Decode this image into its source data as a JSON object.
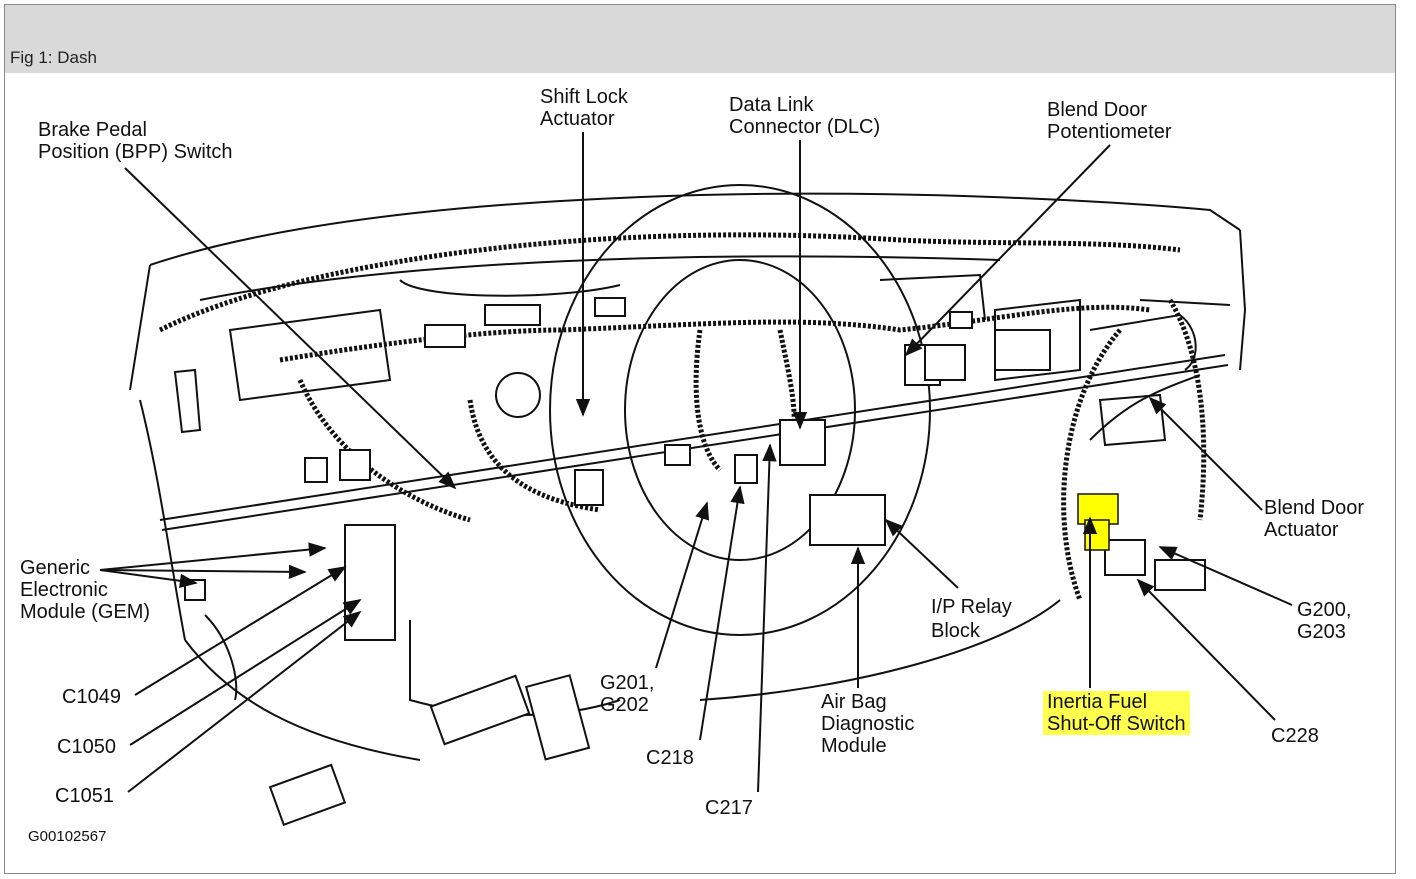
{
  "figure": {
    "title": "Fig 1: Dash",
    "id": "G00102567",
    "highlight_color": "#ffff00"
  },
  "labels": {
    "bpp_switch": {
      "line1": "Brake Pedal",
      "line2": "Position (BPP) Switch"
    },
    "shift_lock": {
      "line1": "Shift Lock",
      "line2": "Actuator"
    },
    "dlc": {
      "line1": "Data Link",
      "line2": "Connector (DLC)"
    },
    "blend_door_pot": {
      "line1": "Blend Door",
      "line2": "Potentiometer"
    },
    "blend_door_act": {
      "line1": "Blend Door",
      "line2": "Actuator"
    },
    "gem": {
      "line1": "Generic",
      "line2": "Electronic",
      "line3": "Module (GEM)"
    },
    "c1049": "C1049",
    "c1050": "C1050",
    "c1051": "C1051",
    "g201": {
      "line1": "G201,",
      "line2": "G202"
    },
    "c218": "C218",
    "c217": "C217",
    "ip_relay": {
      "line1": "I/P Relay",
      "line2": "Block"
    },
    "airbag": {
      "line1": "Air Bag",
      "line2": "Diagnostic",
      "line3": "Module"
    },
    "inertia": {
      "line1": "Inertia Fuel",
      "line2": "Shut-Off Switch"
    },
    "g200": {
      "line1": "G200,",
      "line2": "G203"
    },
    "c228": "C228"
  }
}
